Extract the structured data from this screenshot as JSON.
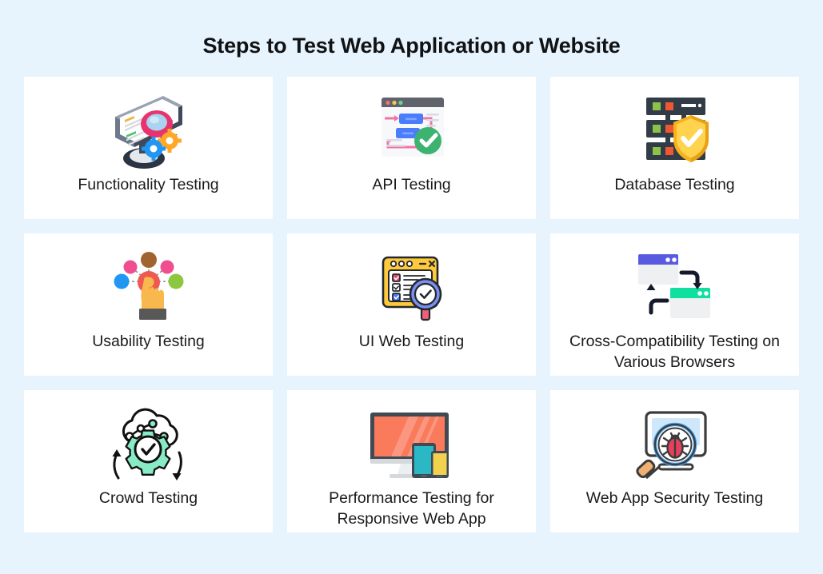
{
  "header": {
    "title": "Steps to Test Web Application or Website"
  },
  "theme": {
    "background": "#e8f4fd",
    "card_background": "#ffffff",
    "title_color": "#111213",
    "label_color": "#1b1b1b"
  },
  "cards": [
    {
      "label": "Functionality Testing",
      "icon": "monitor-magnifier-gears-icon",
      "icon_colors": [
        "#3f4a5a",
        "#ffffff",
        "#e8336e",
        "#2196f3",
        "#ffa726",
        "#8d5a3b"
      ]
    },
    {
      "label": "API Testing",
      "icon": "browser-flow-check-icon",
      "icon_colors": [
        "#60636b",
        "#f7f8fa",
        "#4a7dfc",
        "#f472a8",
        "#3cb371"
      ]
    },
    {
      "label": "Database Testing",
      "icon": "server-shield-check-icon",
      "icon_colors": [
        "#323c47",
        "#8bc34a",
        "#ef5733",
        "#ffc928",
        "#ffffff"
      ]
    },
    {
      "label": "Usability Testing",
      "icon": "hand-touch-network-icon",
      "icon_colors": [
        "#f8b84e",
        "#ee5a52",
        "#a0642e",
        "#ef4f8f",
        "#2196f3",
        "#8dc63f",
        "#585858"
      ]
    },
    {
      "label": "UI Web Testing",
      "icon": "checklist-window-magnifier-icon",
      "icon_colors": [
        "#ffc93c",
        "#ffffff",
        "#e8466e",
        "#4a7dfc",
        "#7b8ff0",
        "#ef6179"
      ]
    },
    {
      "label": "Cross-Compatibility Testing on Various Browsers",
      "icon": "two-browsers-swap-arrows-icon",
      "icon_colors": [
        "#5a5ae0",
        "#0fe0a0",
        "#eff0f2",
        "#14192b"
      ]
    },
    {
      "label": "Crowd Testing",
      "icon": "cloud-gear-check-icon",
      "icon_colors": [
        "#ffffff",
        "#87ecc6",
        "#111111"
      ]
    },
    {
      "label": "Performance Testing for Responsive Web App",
      "icon": "monitor-tablet-phone-icon",
      "icon_colors": [
        "#fa7a5c",
        "#3f4a54",
        "#d5d9dc",
        "#2bb8c4",
        "#f2d14e"
      ]
    },
    {
      "label": "Web App Security Testing",
      "icon": "monitor-magnifier-bug-icon",
      "icon_colors": [
        "#cfe7fb",
        "#3c3c3c",
        "#4aa3f0",
        "#e8405a",
        "#f0b072"
      ]
    }
  ]
}
